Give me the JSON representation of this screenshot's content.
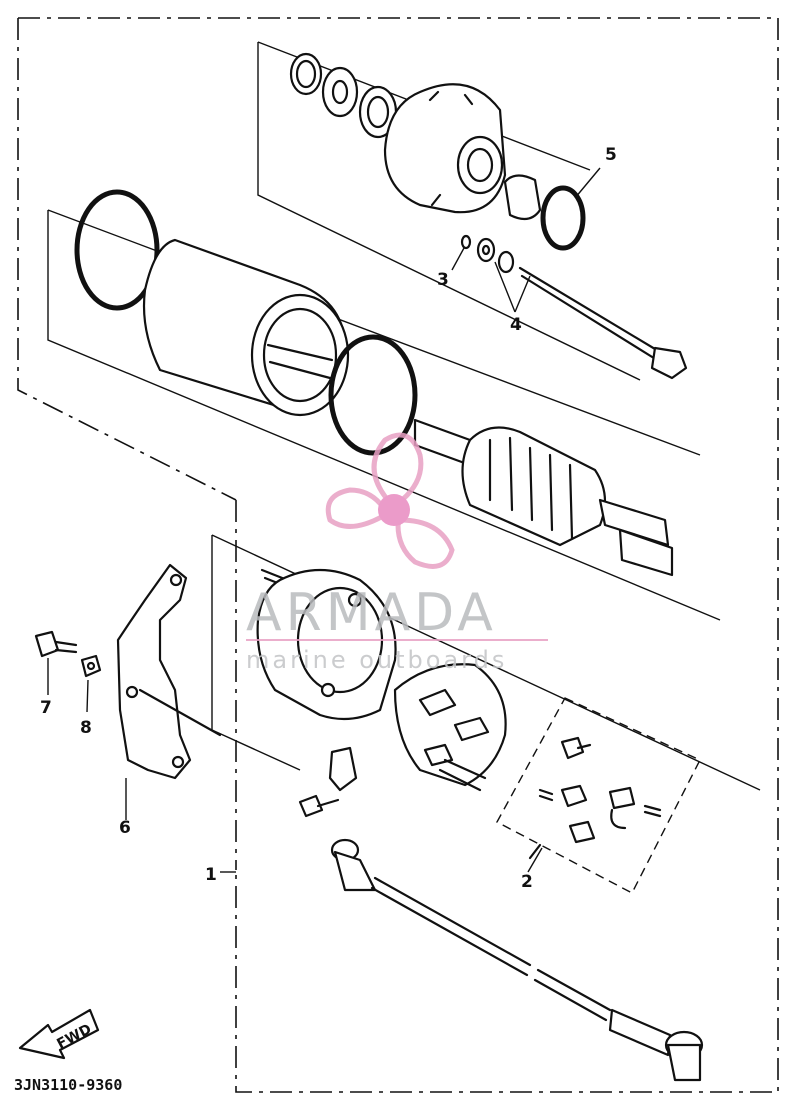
{
  "callouts": [
    {
      "id": "1",
      "label": "1"
    },
    {
      "id": "2",
      "label": "2"
    },
    {
      "id": "3",
      "label": "3"
    },
    {
      "id": "4",
      "label": "4"
    },
    {
      "id": "5",
      "label": "5"
    },
    {
      "id": "6",
      "label": "6"
    },
    {
      "id": "7",
      "label": "7"
    },
    {
      "id": "8",
      "label": "8"
    }
  ],
  "direction_marker": "FWD",
  "part_code": "3JN3110-9360",
  "watermark": {
    "brand": "ARMADA",
    "tagline": "marine outboards",
    "colors": {
      "logo_pink": "#e8a0c4",
      "logo_center": "#e88ac0",
      "text_gray": "#b9bbbe"
    }
  }
}
